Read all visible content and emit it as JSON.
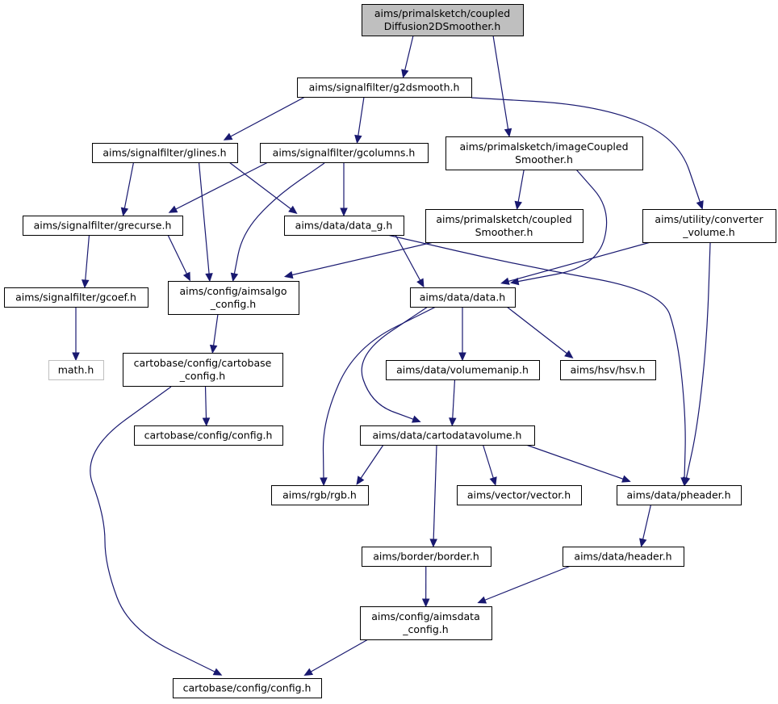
{
  "diagram": {
    "colors": {
      "edge": "#191970",
      "root_fill": "#bfbfbf",
      "border": "#000000",
      "ghost_border": "#bfbfbf"
    },
    "nodes": [
      {
        "id": "coupled2d",
        "lines": [
          "aims/primalsketch/coupled",
          "Diffusion2DSmoother.h"
        ],
        "style": "root"
      },
      {
        "id": "g2dsmooth",
        "lines": [
          "aims/signalfilter/g2dsmooth.h"
        ]
      },
      {
        "id": "glines",
        "lines": [
          "aims/signalfilter/glines.h"
        ]
      },
      {
        "id": "gcolumns",
        "lines": [
          "aims/signalfilter/gcolumns.h"
        ]
      },
      {
        "id": "imagecoupled",
        "lines": [
          "aims/primalsketch/imageCoupled",
          "Smoother.h"
        ]
      },
      {
        "id": "converter",
        "lines": [
          "aims/utility/converter",
          "_volume.h"
        ]
      },
      {
        "id": "grecurse",
        "lines": [
          "aims/signalfilter/grecurse.h"
        ]
      },
      {
        "id": "datag",
        "lines": [
          "aims/data/data_g.h"
        ]
      },
      {
        "id": "coupledsmoother",
        "lines": [
          "aims/primalsketch/coupled",
          "Smoother.h"
        ]
      },
      {
        "id": "gcoef",
        "lines": [
          "aims/signalfilter/gcoef.h"
        ]
      },
      {
        "id": "aimsalgo",
        "lines": [
          "aims/config/aimsalgo",
          "_config.h"
        ]
      },
      {
        "id": "data",
        "lines": [
          "aims/data/data.h"
        ]
      },
      {
        "id": "math",
        "lines": [
          "math.h"
        ],
        "style": "ghost"
      },
      {
        "id": "cartobaseconfig",
        "lines": [
          "cartobase/config/cartobase",
          "_config.h"
        ]
      },
      {
        "id": "volumemanip",
        "lines": [
          "aims/data/volumemanip.h"
        ]
      },
      {
        "id": "hsv",
        "lines": [
          "aims/hsv/hsv.h"
        ]
      },
      {
        "id": "configh1",
        "lines": [
          "cartobase/config/config.h"
        ]
      },
      {
        "id": "cartodatavolume",
        "lines": [
          "aims/data/cartodatavolume.h"
        ]
      },
      {
        "id": "rgb",
        "lines": [
          "aims/rgb/rgb.h"
        ]
      },
      {
        "id": "vector",
        "lines": [
          "aims/vector/vector.h"
        ]
      },
      {
        "id": "pheader",
        "lines": [
          "aims/data/pheader.h"
        ]
      },
      {
        "id": "border",
        "lines": [
          "aims/border/border.h"
        ]
      },
      {
        "id": "header",
        "lines": [
          "aims/data/header.h"
        ]
      },
      {
        "id": "aimsdata",
        "lines": [
          "aims/config/aimsdata",
          "_config.h"
        ]
      },
      {
        "id": "configh2",
        "lines": [
          "cartobase/config/config.h"
        ]
      }
    ],
    "edges": [
      {
        "from": "coupled2d",
        "to": "g2dsmooth"
      },
      {
        "from": "coupled2d",
        "to": "imagecoupled"
      },
      {
        "from": "g2dsmooth",
        "to": "glines"
      },
      {
        "from": "g2dsmooth",
        "to": "gcolumns"
      },
      {
        "from": "g2dsmooth",
        "to": "converter"
      },
      {
        "from": "glines",
        "to": "grecurse"
      },
      {
        "from": "glines",
        "to": "aimsalgo"
      },
      {
        "from": "glines",
        "to": "datag"
      },
      {
        "from": "gcolumns",
        "to": "grecurse"
      },
      {
        "from": "gcolumns",
        "to": "aimsalgo"
      },
      {
        "from": "gcolumns",
        "to": "datag"
      },
      {
        "from": "imagecoupled",
        "to": "coupledsmoother"
      },
      {
        "from": "imagecoupled",
        "to": "data"
      },
      {
        "from": "converter",
        "to": "data"
      },
      {
        "from": "converter",
        "to": "pheader"
      },
      {
        "from": "grecurse",
        "to": "gcoef"
      },
      {
        "from": "grecurse",
        "to": "aimsalgo"
      },
      {
        "from": "datag",
        "to": "data"
      },
      {
        "from": "datag",
        "to": "pheader"
      },
      {
        "from": "coupledsmoother",
        "to": "aimsalgo"
      },
      {
        "from": "gcoef",
        "to": "math"
      },
      {
        "from": "aimsalgo",
        "to": "cartobaseconfig"
      },
      {
        "from": "data",
        "to": "volumemanip"
      },
      {
        "from": "data",
        "to": "hsv"
      },
      {
        "from": "data",
        "to": "cartodatavolume"
      },
      {
        "from": "data",
        "to": "rgb"
      },
      {
        "from": "cartobaseconfig",
        "to": "configh1"
      },
      {
        "from": "cartobaseconfig",
        "to": "configh2"
      },
      {
        "from": "volumemanip",
        "to": "cartodatavolume"
      },
      {
        "from": "cartodatavolume",
        "to": "rgb"
      },
      {
        "from": "cartodatavolume",
        "to": "vector"
      },
      {
        "from": "cartodatavolume",
        "to": "pheader"
      },
      {
        "from": "cartodatavolume",
        "to": "border"
      },
      {
        "from": "pheader",
        "to": "header"
      },
      {
        "from": "border",
        "to": "aimsdata"
      },
      {
        "from": "header",
        "to": "aimsdata"
      },
      {
        "from": "aimsdata",
        "to": "configh2"
      }
    ]
  }
}
